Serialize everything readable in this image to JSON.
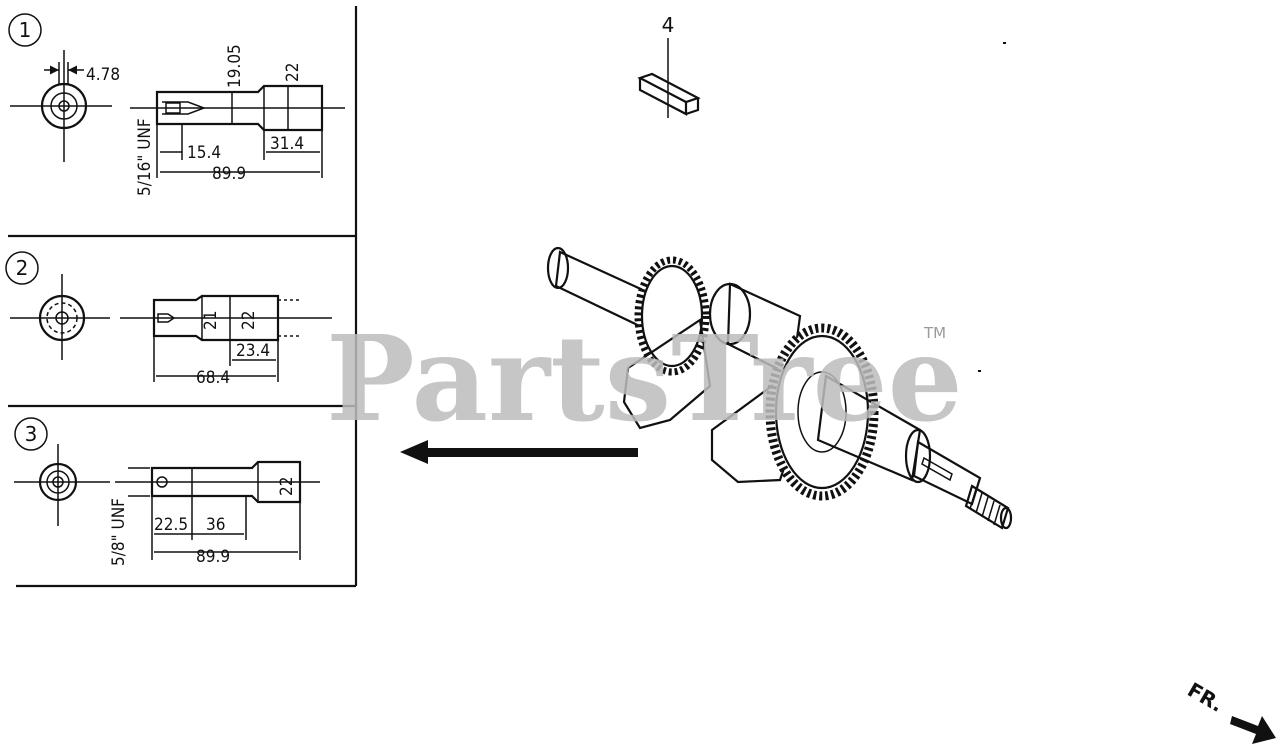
{
  "watermark": {
    "brand": "PartsTree",
    "trademark": "TM"
  },
  "callouts": [
    "1",
    "2",
    "3"
  ],
  "part_label": "4",
  "front_label": "FR.",
  "detail1": {
    "d1": "4.78",
    "d2": "19.05",
    "d3": "22",
    "l1": "15.4",
    "l2": "31.4",
    "l3": "89.9",
    "thread": "5/16\" UNF"
  },
  "detail2": {
    "d1": "21",
    "d2": "22",
    "l1": "23.4",
    "l2": "68.4"
  },
  "detail3": {
    "d1": "22",
    "l1": "22.5",
    "l2": "36",
    "l3": "89.9",
    "thread": "5/8\" UNF"
  }
}
